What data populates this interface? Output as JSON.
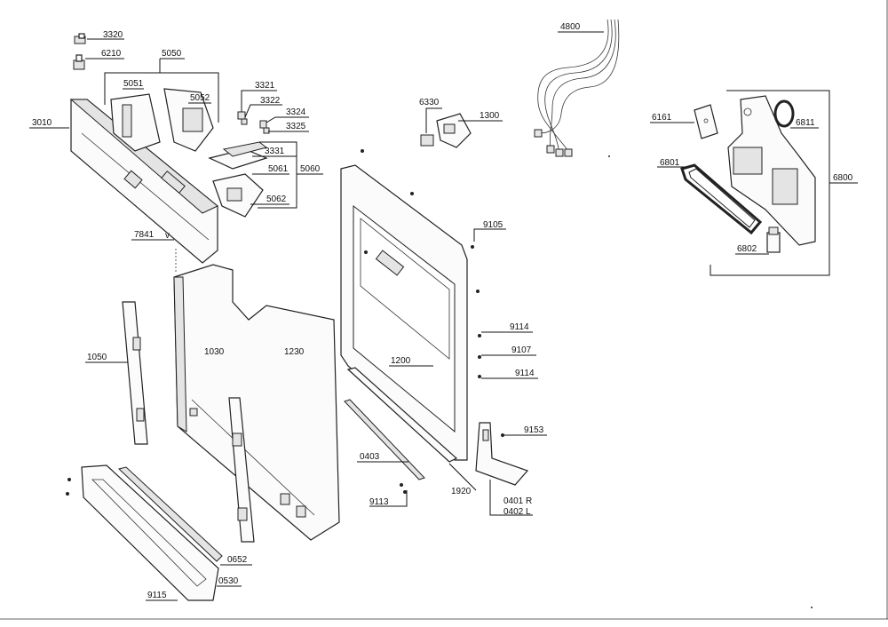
{
  "labels": {
    "l3320": "3320",
    "l6210": "6210",
    "l5050": "5050",
    "l5051": "5051",
    "l5052": "5052",
    "l3010": "3010",
    "l3321": "3321",
    "l3322": "3322",
    "l3324": "3324",
    "l3325": "3325",
    "l3331": "3331",
    "l5061": "5061",
    "l5060": "5060",
    "l5062": "5062",
    "l7841": "7841",
    "l7841v": "v",
    "l6330": "6330",
    "l1300": "1300",
    "l4800": "4800",
    "l6161": "6161",
    "l6811": "6811",
    "l6801": "6801",
    "l6800": "6800",
    "l6802": "6802",
    "l9105": "9105",
    "l9114a": "9114",
    "l9107": "9107",
    "l9114b": "9114",
    "l9153": "9153",
    "l1200": "1200",
    "l1050": "1050",
    "l1030": "1030",
    "l1230": "1230",
    "l0403": "0403",
    "l1920": "1920",
    "l9113": "9113",
    "l0401": "0401 R",
    "l0402": "0402 L",
    "l0652": "0652",
    "l0530": "0530",
    "l9115": "9115"
  }
}
